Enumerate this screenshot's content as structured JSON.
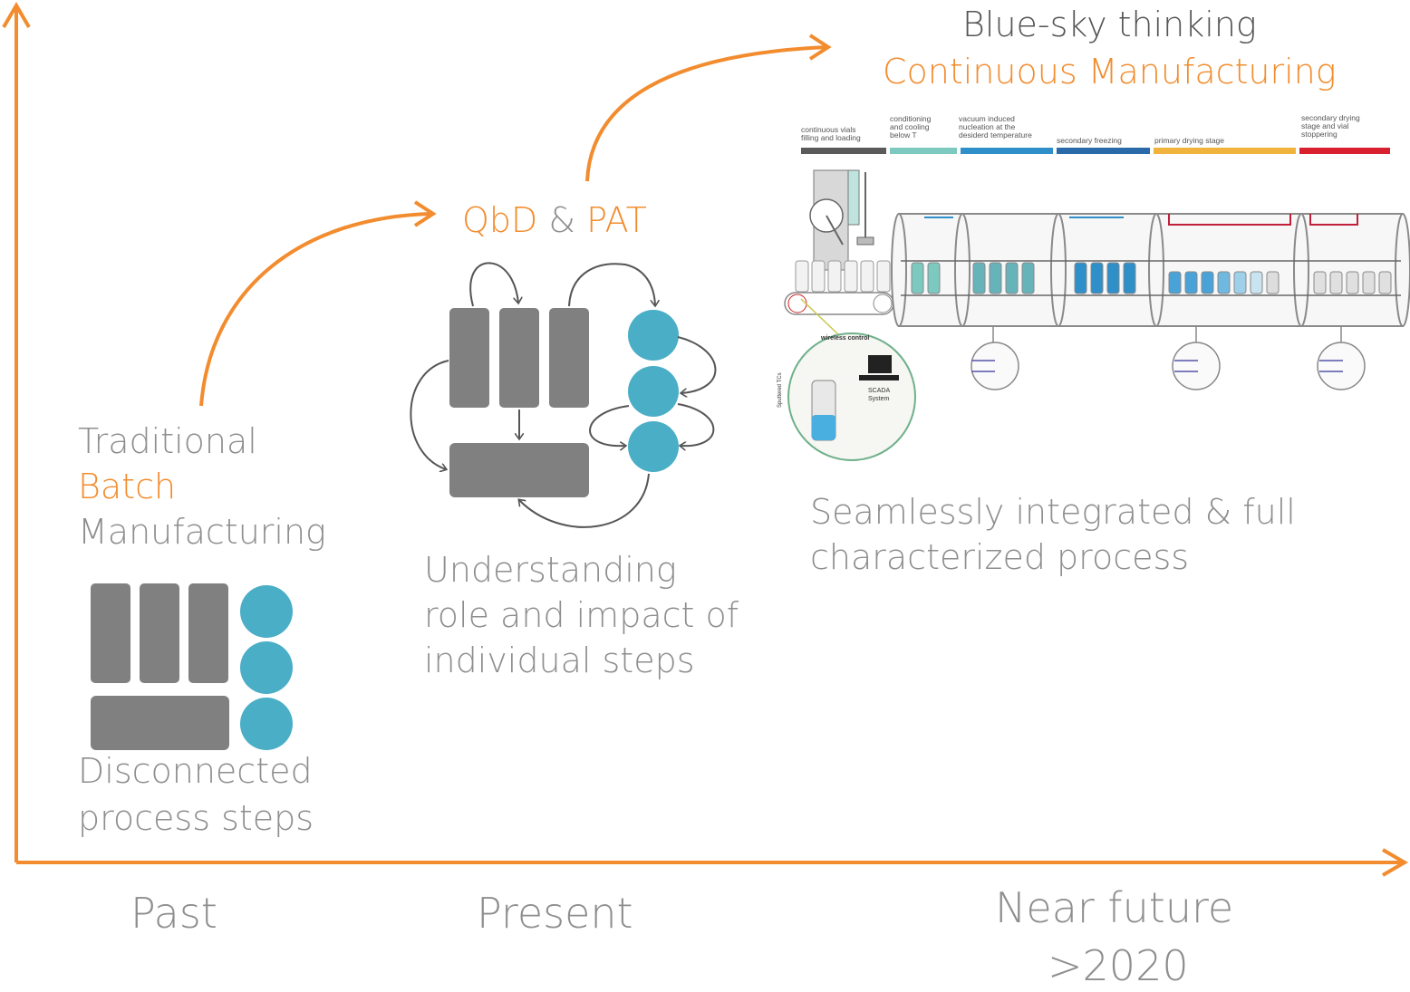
{
  "axes": {
    "x_labels": [
      "Past",
      "Present",
      "Near future",
      ">2020"
    ]
  },
  "past": {
    "title_line1": "Traditional",
    "title_line2": "Batch",
    "title_line3": "Manufacturing",
    "caption_line1": "Disconnected",
    "caption_line2": "process steps"
  },
  "present": {
    "heading_qbd": "QbD",
    "heading_amp": "&",
    "heading_pat": "PAT",
    "caption_line1": "Understanding",
    "caption_line2": "role and impact of",
    "caption_line3": "individual steps"
  },
  "future": {
    "heading_line1": "Blue-sky thinking",
    "heading_line2": "Continuous Manufacturing",
    "caption_line1": "Seamlessly integrated & full",
    "caption_line2": "characterized process",
    "process_stages": [
      {
        "label": "continuous vials\nfilling and loading",
        "color": "#5a5a5a"
      },
      {
        "label": "conditioning\nand cooling\nbelow T",
        "color": "#7cc9c0"
      },
      {
        "label": "vacuum induced\nnucleation at the\ndesiderd temperature",
        "color": "#2e8fc9"
      },
      {
        "label": "secondary freezing",
        "color": "#2a6aa8"
      },
      {
        "label": "primary drying stage",
        "color": "#f0b43c"
      },
      {
        "label": "secondary drying\nstage and vial\nstoppering",
        "color": "#d8202e"
      }
    ],
    "inset": {
      "wireless_control": "wireless control",
      "scada_line1": "SCADA",
      "scada_line2": "System",
      "sputtered": "Sputtered TCs"
    }
  },
  "colors": {
    "accent": "#f28c2e",
    "block": "#808080",
    "circle": "#49aec6",
    "text": "#8e8e8e"
  }
}
